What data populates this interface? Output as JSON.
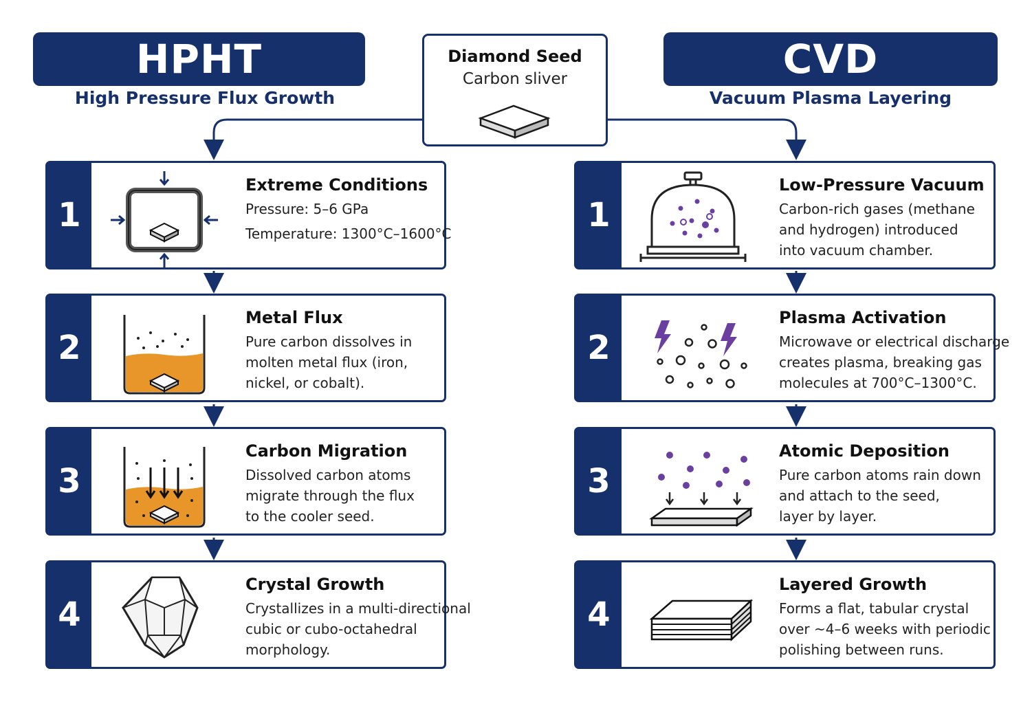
{
  "seed": {
    "title": "Diamond Seed",
    "subtitle": "Carbon sliver"
  },
  "hpht": {
    "header": "HPHT",
    "subtitle": "High Pressure Flux Growth",
    "steps": [
      {
        "number": "1",
        "title": "Extreme Conditions",
        "lines": [
          "Pressure: 5–6 GPa",
          "Temperature: 1300°C–1600°C"
        ],
        "icon": "press-chamber-icon"
      },
      {
        "number": "2",
        "title": "Metal Flux",
        "lines": [
          "Pure carbon dissolves in",
          "molten metal flux (iron,",
          "nickel, or cobalt)."
        ],
        "icon": "molten-flux-icon"
      },
      {
        "number": "3",
        "title": "Carbon Migration",
        "lines": [
          "Dissolved carbon atoms",
          "migrate through the flux",
          "to the cooler seed."
        ],
        "icon": "carbon-migration-icon"
      },
      {
        "number": "4",
        "title": "Crystal Growth",
        "lines": [
          "Crystallizes in a multi-directional",
          "cubic or cubo-octahedral",
          "morphology."
        ],
        "icon": "octahedral-crystal-icon"
      }
    ]
  },
  "cvd": {
    "header": "CVD",
    "subtitle": "Vacuum Plasma Layering",
    "steps": [
      {
        "number": "1",
        "title": "Low-Pressure Vacuum",
        "lines": [
          "Carbon-rich gases (methane",
          "and hydrogen) introduced",
          "into vacuum chamber."
        ],
        "icon": "vacuum-bell-jar-icon"
      },
      {
        "number": "2",
        "title": "Plasma Activation",
        "lines": [
          "Microwave or electrical discharge",
          "creates plasma, breaking gas",
          "molecules at 700°C–1300°C."
        ],
        "icon": "plasma-lightning-icon"
      },
      {
        "number": "3",
        "title": "Atomic Deposition",
        "lines": [
          "Pure carbon atoms rain down",
          "and attach to the seed,",
          "layer by layer."
        ],
        "icon": "atomic-deposition-icon"
      },
      {
        "number": "4",
        "title": "Layered Growth",
        "lines": [
          "Forms a flat, tabular crystal",
          "over ~4–6 weeks with periodic",
          "polishing between runs."
        ],
        "icon": "layered-plate-icon"
      }
    ]
  },
  "colors": {
    "navy": "#16306b",
    "flux_orange": "#e8962a",
    "plasma_purple": "#6a3fa0"
  }
}
